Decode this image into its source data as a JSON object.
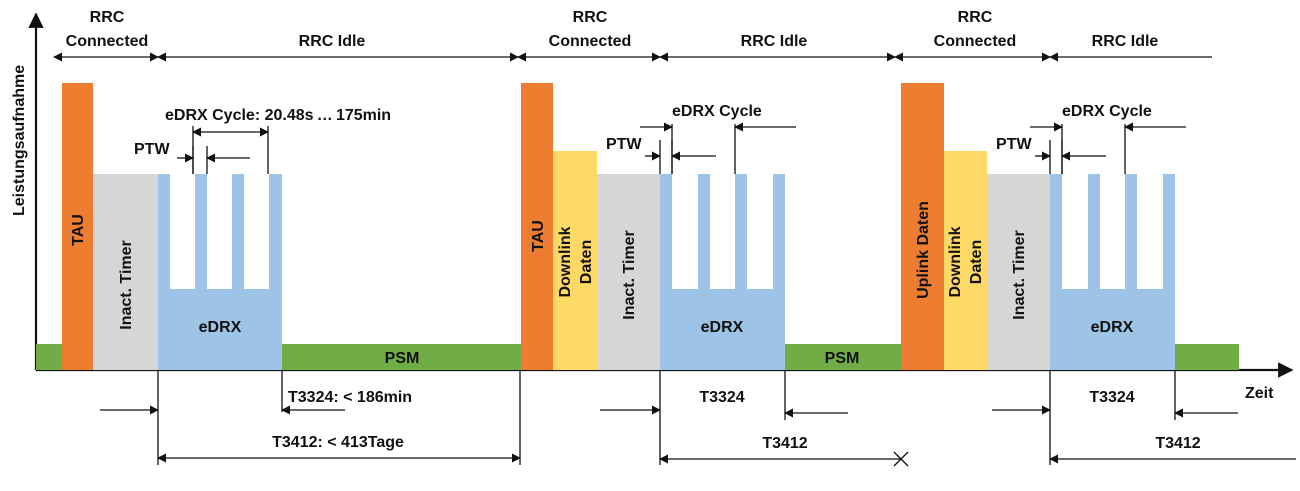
{
  "colors": {
    "tau": "#ED7D31",
    "data": "#FFD966",
    "inactivity": "#D6D6D6",
    "edrx": "#9DC3E6",
    "psm": "#70AD47",
    "line": "#111111"
  },
  "axes": {
    "y_label": "Leistungsaufnahme",
    "x_label": "Zeit"
  },
  "states": {
    "rrc_connected_line1": "RRC",
    "rrc_connected_line2": "Connected",
    "rrc_idle": "RRC Idle"
  },
  "blocks": {
    "tau": "TAU",
    "inactivity_timer": "Inact. Timer",
    "edrx": "eDRX",
    "psm": "PSM",
    "downlink_line1": "Downlink",
    "downlink_line2": "Daten",
    "uplink": "Uplink Daten"
  },
  "annotations": {
    "edrx_cycle_range": "eDRX Cycle: 20.48s … 175min",
    "edrx_cycle": "eDRX Cycle",
    "ptw": "PTW",
    "t3324_range": "T3324: < 186min",
    "t3324": "T3324",
    "t3412_range": "T3412: < 413Tage",
    "t3412": "T3412"
  }
}
